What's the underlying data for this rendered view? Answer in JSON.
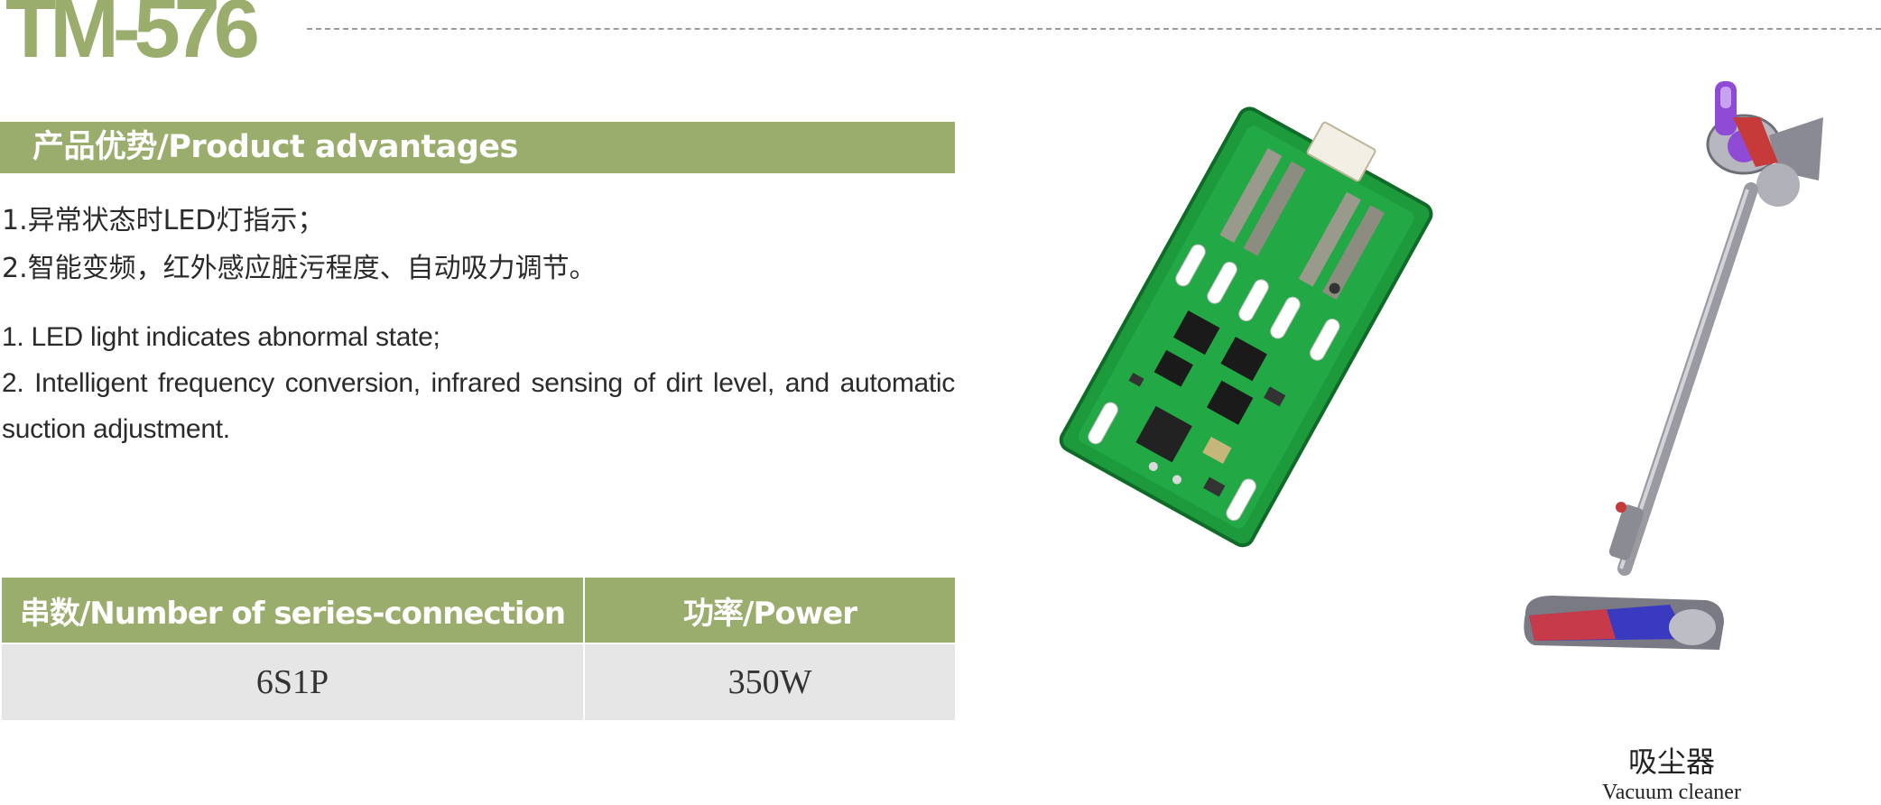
{
  "title": "TM-576",
  "advantages": {
    "header": "产品优势/Product advantages",
    "zh_items": [
      "1.异常状态时LED灯指示；",
      "2.智能变频，红外感应脏污程度、自动吸力调节。"
    ],
    "en_items": [
      "1. LED light indicates abnormal state;",
      "2. Intelligent frequency conversion, infrared sensing of dirt level, and automatic suction adjustment."
    ]
  },
  "spec_table": {
    "headers": [
      "串数/Number of series-connection",
      "功率/Power"
    ],
    "values": [
      "6S1P",
      "350W"
    ]
  },
  "product_images": {
    "board_icon": "pcb-board-icon",
    "application_icon": "vacuum-cleaner-icon",
    "application_caption_zh": "吸尘器",
    "application_caption_en": "Vacuum cleaner"
  },
  "colors": {
    "accent": "#9aad6d",
    "table_cell": "#e6e6e6",
    "pcb_green": "#1c9a3c"
  }
}
